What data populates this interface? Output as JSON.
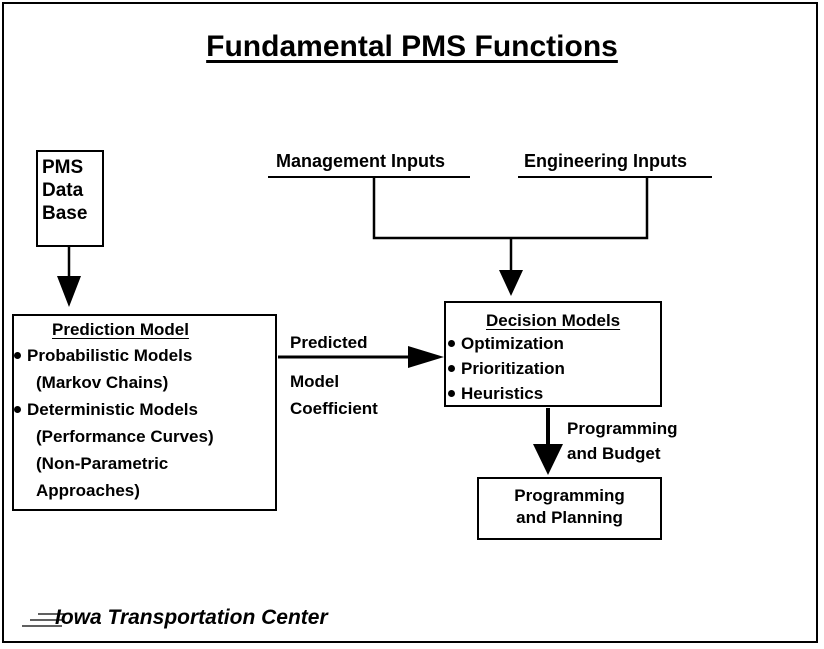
{
  "title": "Fundamental PMS Functions",
  "data_base": {
    "line1": "PMS",
    "line2": "Data",
    "line3": "Base"
  },
  "inputs": {
    "management": "Management Inputs",
    "engineering": "Engineering Inputs"
  },
  "prediction_model": {
    "title": "Prediction Model",
    "lines": [
      "Probabilistic Models",
      "(Markov Chains)",
      "Deterministic Models",
      "(Performance Curves)",
      "(Non-Parametric",
      "Approaches)"
    ]
  },
  "arrow_labels": {
    "predicted": "Predicted",
    "model": "Model",
    "coefficient": "Coefficient",
    "programming": "Programming",
    "and_budget": "and Budget"
  },
  "decision_models": {
    "title": "Decision Models",
    "items": [
      "Optimization",
      "Prioritization",
      "Heuristics"
    ]
  },
  "programming_planning": {
    "line1": "Programming",
    "line2": "and Planning"
  },
  "footer": "Iowa Transportation Center"
}
